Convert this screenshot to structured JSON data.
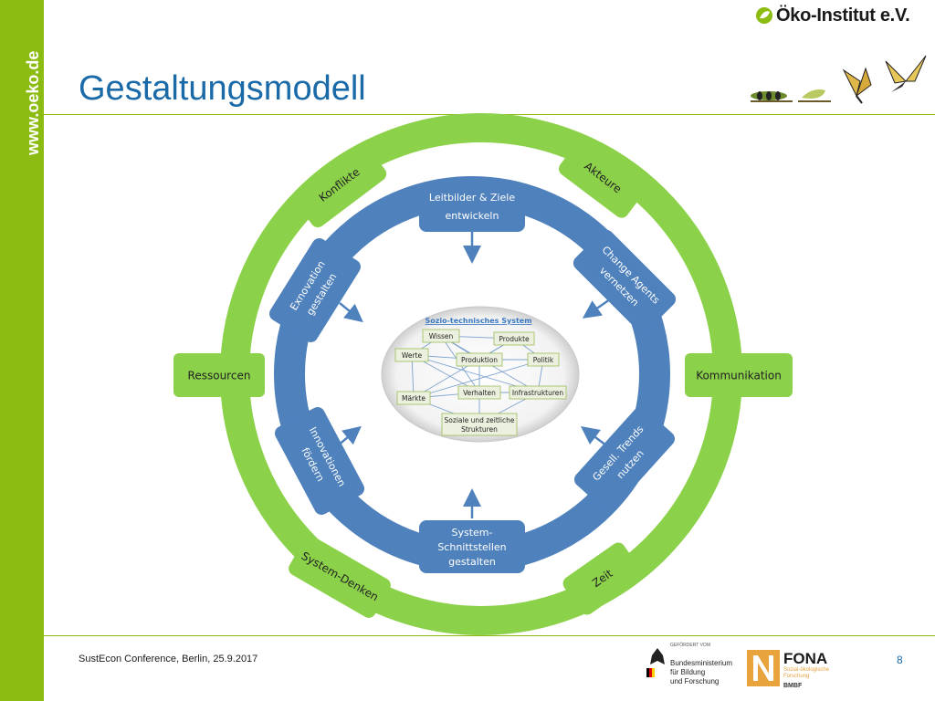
{
  "header": {
    "title": "Gestaltungsmodell",
    "sidebar_url": "www.oeko.de",
    "logo_text": "Öko-Institut e.V."
  },
  "diagram": {
    "outer_ring": {
      "color": "#8cd14a",
      "labels": {
        "konflikte": "Konflikte",
        "akteure": "Akteure",
        "ressourcen": "Ressourcen",
        "kommunikation": "Kommunikation",
        "system_denken": "System-Denken",
        "zeit": "Zeit"
      }
    },
    "inner_ring": {
      "color": "#4f81bd",
      "labels": {
        "leitbilder_1": "Leitbilder & Ziele",
        "leitbilder_2": "entwickeln",
        "change_1": "Change Agents",
        "change_2": "vernetzen",
        "gesell_1": "Gesell. Trends",
        "gesell_2": "nutzen",
        "schnitt_1": "System-",
        "schnitt_2": "Schnittstellen",
        "schnitt_3": "gestalten",
        "innovation_1": "Innovationen",
        "innovation_2": "fördern",
        "exnovation_1": "Exnovation",
        "exnovation_2": "gestalten"
      }
    },
    "center": {
      "title": "Sozio-technisches System",
      "nodes": {
        "wissen": "Wissen",
        "produkte": "Produkte",
        "werte": "Werte",
        "produktion": "Produktion",
        "politik": "Politik",
        "maerkte": "Märkte",
        "verhalten": "Verhalten",
        "infrastrukturen": "Infrastrukturen",
        "soziale_1": "Soziale und zeitliche",
        "soziale_2": "Strukturen"
      }
    }
  },
  "footer": {
    "conference": "SustEcon Conference, Berlin, 25.9.2017",
    "page_number": "8",
    "funded_by": "GEFÖRDERT VOM",
    "bmbf_1": "Bundesministerium",
    "bmbf_2": "für Bildung",
    "bmbf_3": "und Forschung",
    "fona": "FONA",
    "fona_sub_1": "Sozial-ökologische",
    "fona_sub_2": "Forschung",
    "fona_bmbf": "BMBF"
  }
}
